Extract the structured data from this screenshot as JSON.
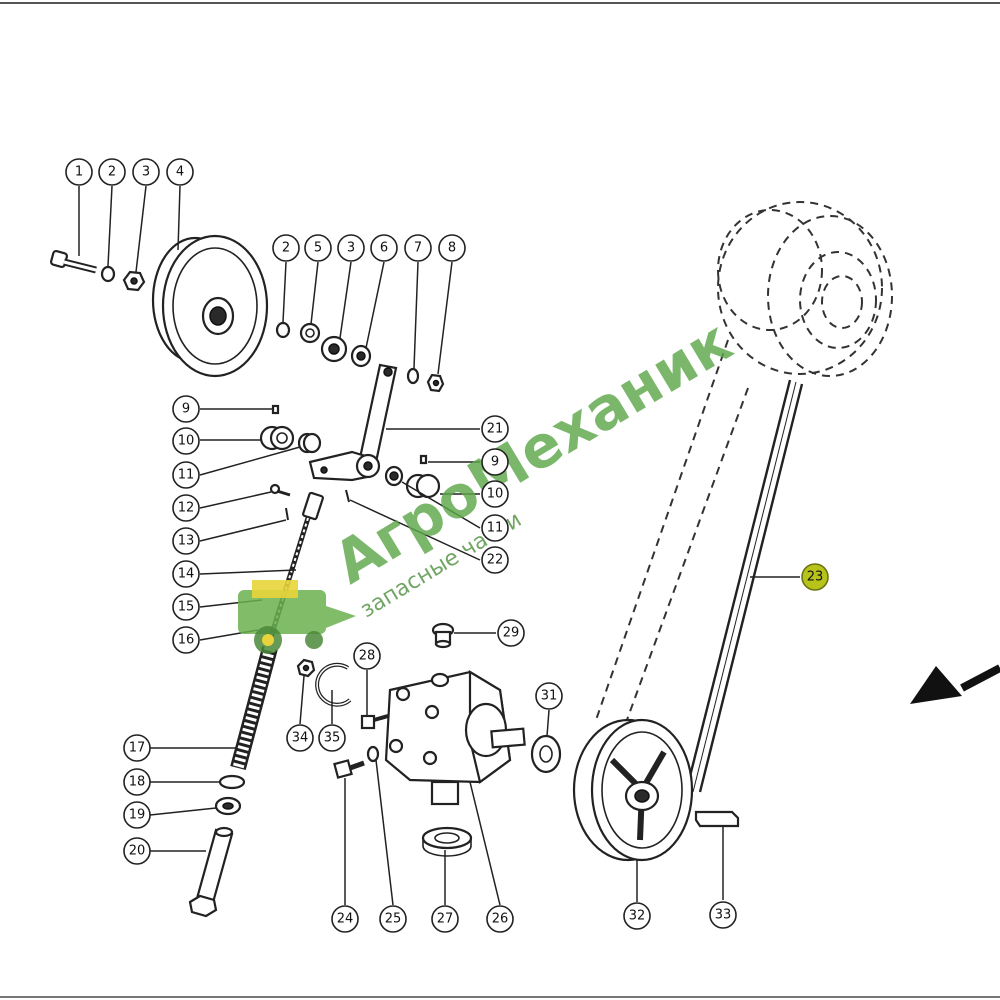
{
  "callouts": [
    {
      "id": "c1",
      "label": "1"
    },
    {
      "id": "c2a",
      "label": "2"
    },
    {
      "id": "c3a",
      "label": "3"
    },
    {
      "id": "c4",
      "label": "4"
    },
    {
      "id": "c2b",
      "label": "2"
    },
    {
      "id": "c5",
      "label": "5"
    },
    {
      "id": "c3b",
      "label": "3"
    },
    {
      "id": "c6",
      "label": "6"
    },
    {
      "id": "c7",
      "label": "7"
    },
    {
      "id": "c8",
      "label": "8"
    },
    {
      "id": "c9a",
      "label": "9"
    },
    {
      "id": "c10a",
      "label": "10"
    },
    {
      "id": "c11a",
      "label": "11"
    },
    {
      "id": "c12",
      "label": "12"
    },
    {
      "id": "c13",
      "label": "13"
    },
    {
      "id": "c14",
      "label": "14"
    },
    {
      "id": "c15",
      "label": "15"
    },
    {
      "id": "c16",
      "label": "16"
    },
    {
      "id": "c17",
      "label": "17"
    },
    {
      "id": "c18",
      "label": "18"
    },
    {
      "id": "c19",
      "label": "19"
    },
    {
      "id": "c20",
      "label": "20"
    },
    {
      "id": "c21",
      "label": "21"
    },
    {
      "id": "c9b",
      "label": "9"
    },
    {
      "id": "c10b",
      "label": "10"
    },
    {
      "id": "c11b",
      "label": "11"
    },
    {
      "id": "c22",
      "label": "22"
    },
    {
      "id": "c23",
      "label": "23"
    },
    {
      "id": "c28",
      "label": "28"
    },
    {
      "id": "c29",
      "label": "29"
    },
    {
      "id": "c31",
      "label": "31"
    },
    {
      "id": "c34",
      "label": "34"
    },
    {
      "id": "c35",
      "label": "35"
    },
    {
      "id": "c24",
      "label": "24"
    },
    {
      "id": "c25",
      "label": "25"
    },
    {
      "id": "c27",
      "label": "27"
    },
    {
      "id": "c26",
      "label": "26"
    },
    {
      "id": "c32",
      "label": "32"
    },
    {
      "id": "c33",
      "label": "33"
    }
  ],
  "highlighted_callout": "23",
  "watermark": {
    "brand": "АгроМеханик",
    "tagline": "запасные части",
    "brand_color": "#5da84a",
    "highlight_color": "#b7c31a"
  }
}
